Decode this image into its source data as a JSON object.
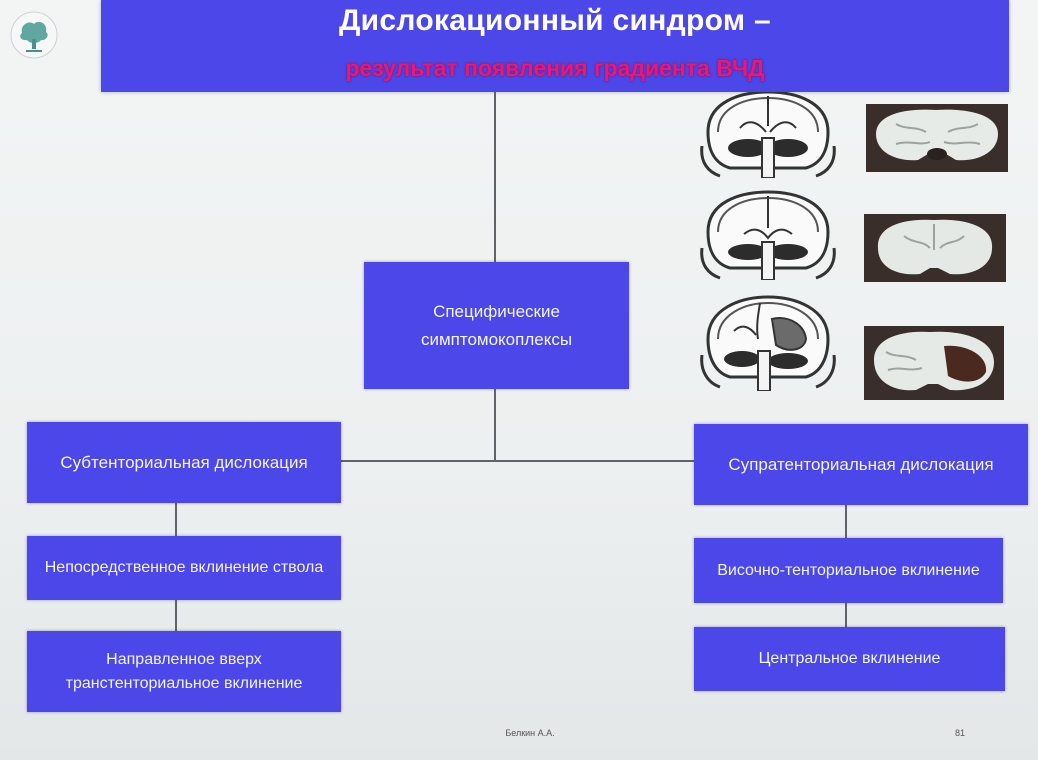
{
  "slide": {
    "title": "Дислокационный синдром –",
    "subtitle": "результат появления градиента ВЧД",
    "center_box": "Специфические симптомокоплексы",
    "left_branch": {
      "header": "Субтенториальная дислокация",
      "items": [
        "Непосредственное вклинение ствола",
        "Направленное вверх транстенториальное вклинение"
      ]
    },
    "right_branch": {
      "header": "Супратенториальная дислокация",
      "items": [
        "Височно-тенториальное вклинение",
        "Центральное вклинение"
      ]
    },
    "footer_author": "Белкин А.А.",
    "page_number": "81"
  },
  "colors": {
    "box_fill": "#4b47e8",
    "subtitle_text": "#e8187a"
  },
  "icons": {
    "logo": "tree-logo-icon",
    "illustrations": [
      "brain-coronal-diagram-normal",
      "brain-section-photo-normal",
      "brain-coronal-diagram-central",
      "brain-section-photo-central",
      "brain-coronal-diagram-lateral",
      "brain-section-photo-lateral"
    ]
  }
}
